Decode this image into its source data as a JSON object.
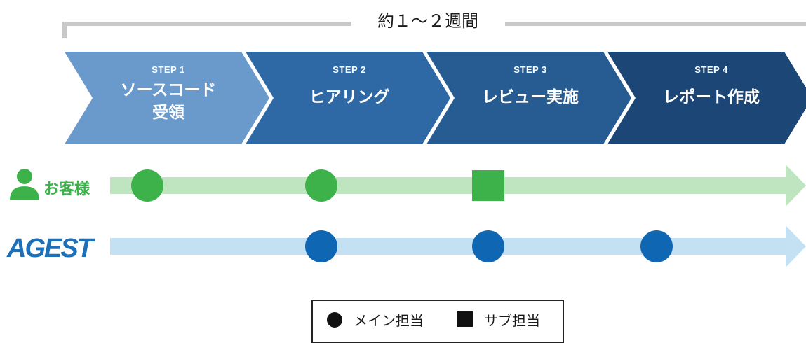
{
  "duration": "約１～２週間",
  "steps": [
    {
      "num": "STEP 1",
      "title_lines": [
        "ソースコード",
        "受領"
      ],
      "color": "#6a9acb"
    },
    {
      "num": "STEP 2",
      "title_lines": [
        "ヒアリング"
      ],
      "color": "#2e69a6"
    },
    {
      "num": "STEP 3",
      "title_lines": [
        "レビュー実施"
      ],
      "color": "#275c93"
    },
    {
      "num": "STEP 4",
      "title_lines": [
        "レポート作成"
      ],
      "color": "#1c4676"
    }
  ],
  "lanes": [
    {
      "label": "お客様",
      "icon": "person-icon",
      "line_color": "#bfe5c0",
      "mark_color": "#3db24b",
      "marks": [
        {
          "step": 1,
          "shape": "circle"
        },
        {
          "step": 2,
          "shape": "circle"
        },
        {
          "step": 3,
          "shape": "square"
        }
      ]
    },
    {
      "label": "AGEST",
      "icon": "agest-logo",
      "line_color": "#c4e1f4",
      "mark_color": "#0f67b3",
      "marks": [
        {
          "step": 2,
          "shape": "circle"
        },
        {
          "step": 3,
          "shape": "circle"
        },
        {
          "step": 4,
          "shape": "circle"
        }
      ]
    }
  ],
  "legend": {
    "circle_label": "メイン担当",
    "square_label": "サブ担当"
  },
  "colors": {
    "bracket": "#c8c8c8"
  }
}
